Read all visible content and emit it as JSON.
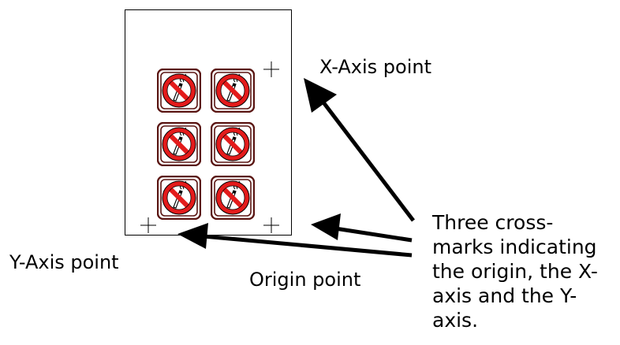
{
  "labels": {
    "x_axis_point": "X-Axis point",
    "y_axis_point": "Y-Axis point",
    "origin_point": "Origin point"
  },
  "note": {
    "lines": [
      "Three cross-",
      "marks indicating",
      "the origin, the X-",
      "axis and the Y-",
      "axis."
    ]
  },
  "sheet": {
    "stickers": 6,
    "sticker_icon": "no-smoking-icon",
    "crossmark_icon": "crosshair-icon"
  },
  "colors": {
    "sticker_red": "#e31b1b",
    "sticker_border": "#5a1512",
    "ink": "#000000"
  }
}
